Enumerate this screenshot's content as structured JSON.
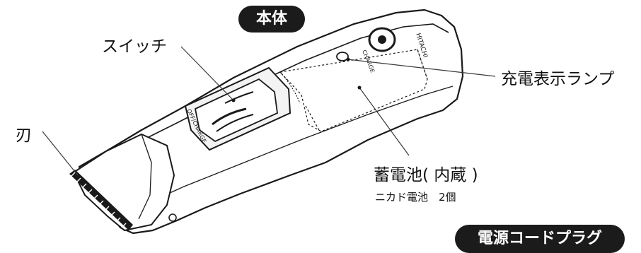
{
  "header": {
    "title": "本体"
  },
  "labels": {
    "switch": "スイッチ",
    "charge_lamp": "充電表示ランプ",
    "blade": "刃",
    "battery": "蓄電池( 内蔵 )",
    "battery_note": "ニカド電池　2個"
  },
  "device_print": {
    "brand": "HITACHI",
    "charge": "CHARGE",
    "off_charge": "OFF/CHARGE"
  },
  "footer_pill": {
    "text": "電源コードプラグ"
  },
  "colors": {
    "outline": "#1a1a1a",
    "leader": "#3a3a3a",
    "pill_bg": "#1b1b1b"
  }
}
